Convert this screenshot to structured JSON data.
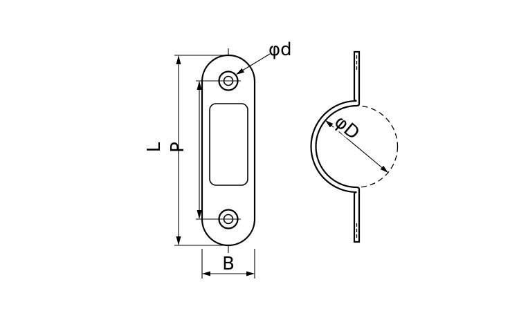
{
  "drawing": {
    "labels": {
      "overall_length": "L",
      "hole_pitch": "P",
      "width": "B",
      "hole_diameter": "φd",
      "saddle_diameter": "φD"
    },
    "colors": {
      "line": "#000000",
      "background": "#ffffff"
    }
  }
}
